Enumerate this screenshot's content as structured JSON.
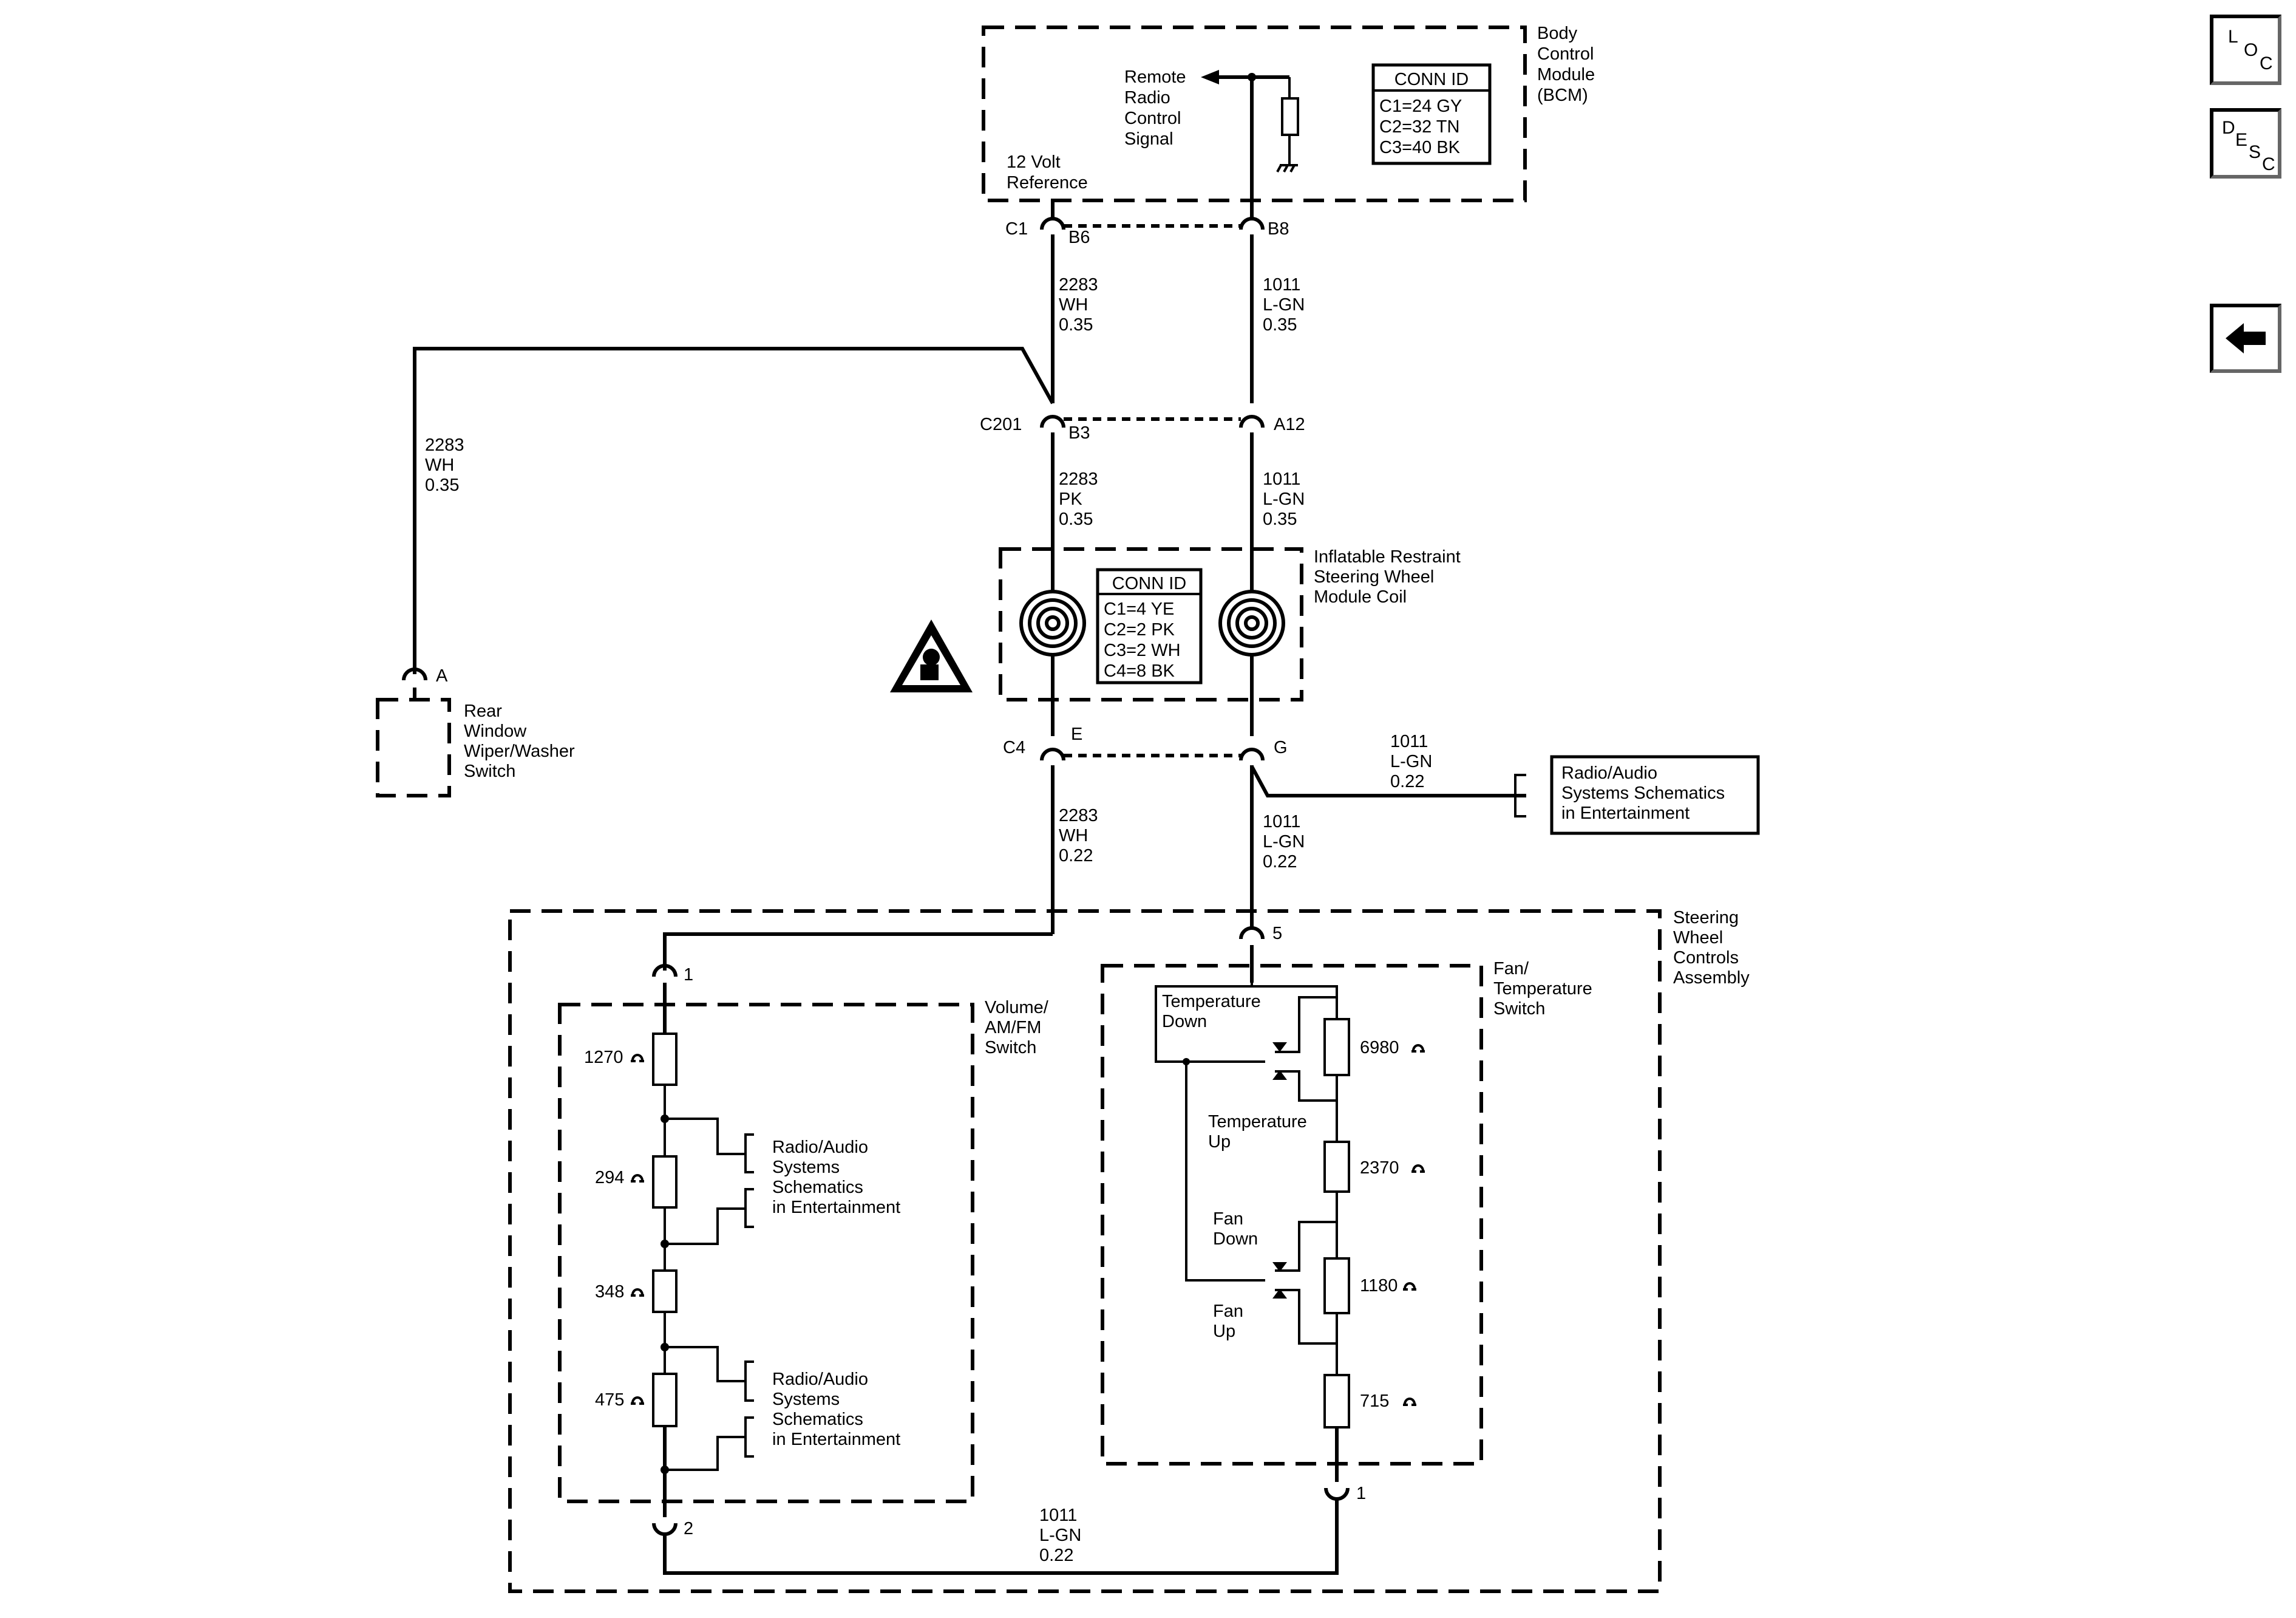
{
  "nav": {
    "loc_label": "LOC",
    "desc_label": "DESC",
    "back_label": "back"
  },
  "bcm": {
    "name": [
      "Body",
      "Control",
      "Module",
      "(BCM)"
    ],
    "signal_label": [
      "Remote",
      "Radio",
      "Control",
      "Signal"
    ],
    "reference_label": [
      "12 Volt",
      "Reference"
    ],
    "conn_id_title": "CONN ID",
    "conn_id": [
      "C1=24 GY",
      "C2=32 TN",
      "C3=40 BK"
    ]
  },
  "connectors": {
    "c1": "C1",
    "c1_left_pin": "B6",
    "c1_right_pin": "B8",
    "c201": "C201",
    "c201_left_pin": "B3",
    "c201_right_pin": "A12",
    "c4": "C4",
    "c4_left_pin": "E",
    "c4_right_pin": "G",
    "rear_pin": "A",
    "swc_left_pin": "1",
    "swc_right_pin": "5",
    "vol_bottom_pin": "2",
    "fan_bottom_pin": "1"
  },
  "wires": {
    "w_c1_left": [
      "2283",
      "WH",
      "0.35"
    ],
    "w_c1_right": [
      "1011",
      "L-GN",
      "0.35"
    ],
    "w_rear": [
      "2283",
      "WH",
      "0.35"
    ],
    "w_c201_left": [
      "2283",
      "PK",
      "0.35"
    ],
    "w_c201_right": [
      "1011",
      "L-GN",
      "0.35"
    ],
    "w_c4_left": [
      "2283",
      "WH",
      "0.22"
    ],
    "w_c4_right": [
      "1011",
      "L-GN",
      "0.22"
    ],
    "w_radio_branch": [
      "1011",
      "L-GN",
      "0.22"
    ],
    "w_bottom": [
      "1011",
      "L-GN",
      "0.22"
    ]
  },
  "coil": {
    "name": [
      "Inflatable Restraint",
      "Steering Wheel",
      "Module Coil"
    ],
    "conn_id_title": "CONN ID",
    "conn_id": [
      "C1=4 YE",
      "C2=2 PK",
      "C3=2 WH",
      "C4=8 BK"
    ]
  },
  "rear_switch": {
    "name": [
      "Rear",
      "Window",
      "Wiper/Washer",
      "Switch"
    ]
  },
  "radio_ref_top": {
    "text": [
      "Radio/Audio",
      "Systems Schematics",
      "in Entertainment"
    ]
  },
  "steering_controls": {
    "name": [
      "Steering",
      "Wheel",
      "Controls",
      "Assembly"
    ]
  },
  "volume_switch": {
    "name": [
      "Volume/",
      "AM/FM",
      "Switch"
    ],
    "resistors": [
      "1270",
      "294",
      "348",
      "475"
    ],
    "refs": [
      [
        "Radio/Audio",
        "Systems",
        "Schematics",
        "in Entertainment"
      ],
      [
        "Radio/Audio",
        "Systems",
        "Schematics",
        "in Entertainment"
      ]
    ]
  },
  "fan_switch": {
    "name": [
      "Fan/",
      "Temperature",
      "Switch"
    ],
    "resistors": [
      "6980",
      "2370",
      "1180",
      "715"
    ],
    "temp_down": [
      "Temperature",
      "Down"
    ],
    "temp_up": [
      "Temperature",
      "Up"
    ],
    "fan_down": [
      "Fan",
      "Down"
    ],
    "fan_up": [
      "Fan",
      "Up"
    ]
  }
}
